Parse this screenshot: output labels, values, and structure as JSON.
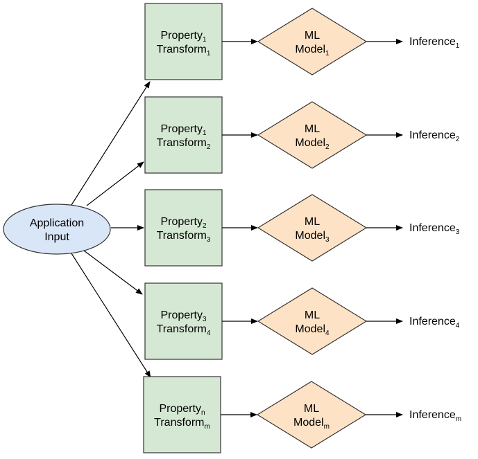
{
  "source": {
    "label_line1": "Application",
    "label_line2": "Input",
    "fill": "#d9e6f8"
  },
  "rows": [
    {
      "prop": "Property",
      "prop_sub": "1",
      "xf": "Transform",
      "xf_sub": "1",
      "model": "ML",
      "model2": "Model",
      "model_sub": "1",
      "inf": "Inference",
      "inf_sub": "1"
    },
    {
      "prop": "Property",
      "prop_sub": "1",
      "xf": "Transform",
      "xf_sub": "2",
      "model": "ML",
      "model2": "Model",
      "model_sub": "2",
      "inf": "Inference",
      "inf_sub": "2"
    },
    {
      "prop": "Property",
      "prop_sub": "2",
      "xf": "Transform",
      "xf_sub": "3",
      "model": "ML",
      "model2": "Model",
      "model_sub": "3",
      "inf": "Inference",
      "inf_sub": "3"
    },
    {
      "prop": "Property",
      "prop_sub": "3",
      "xf": "Transform",
      "xf_sub": "4",
      "model": "ML",
      "model2": "Model",
      "model_sub": "4",
      "inf": "Inference",
      "inf_sub": "4"
    },
    {
      "prop": "Property",
      "prop_sub": "n",
      "xf": "Transform",
      "xf_sub": "m",
      "model": "ML",
      "model2": "Model",
      "model_sub": "m",
      "inf": "Inference",
      "inf_sub": "m"
    }
  ],
  "colors": {
    "transform_fill": "#d5e8d4",
    "transform_stroke": "#333333",
    "model_fill": "#fde2c6",
    "model_stroke": "#333333"
  }
}
